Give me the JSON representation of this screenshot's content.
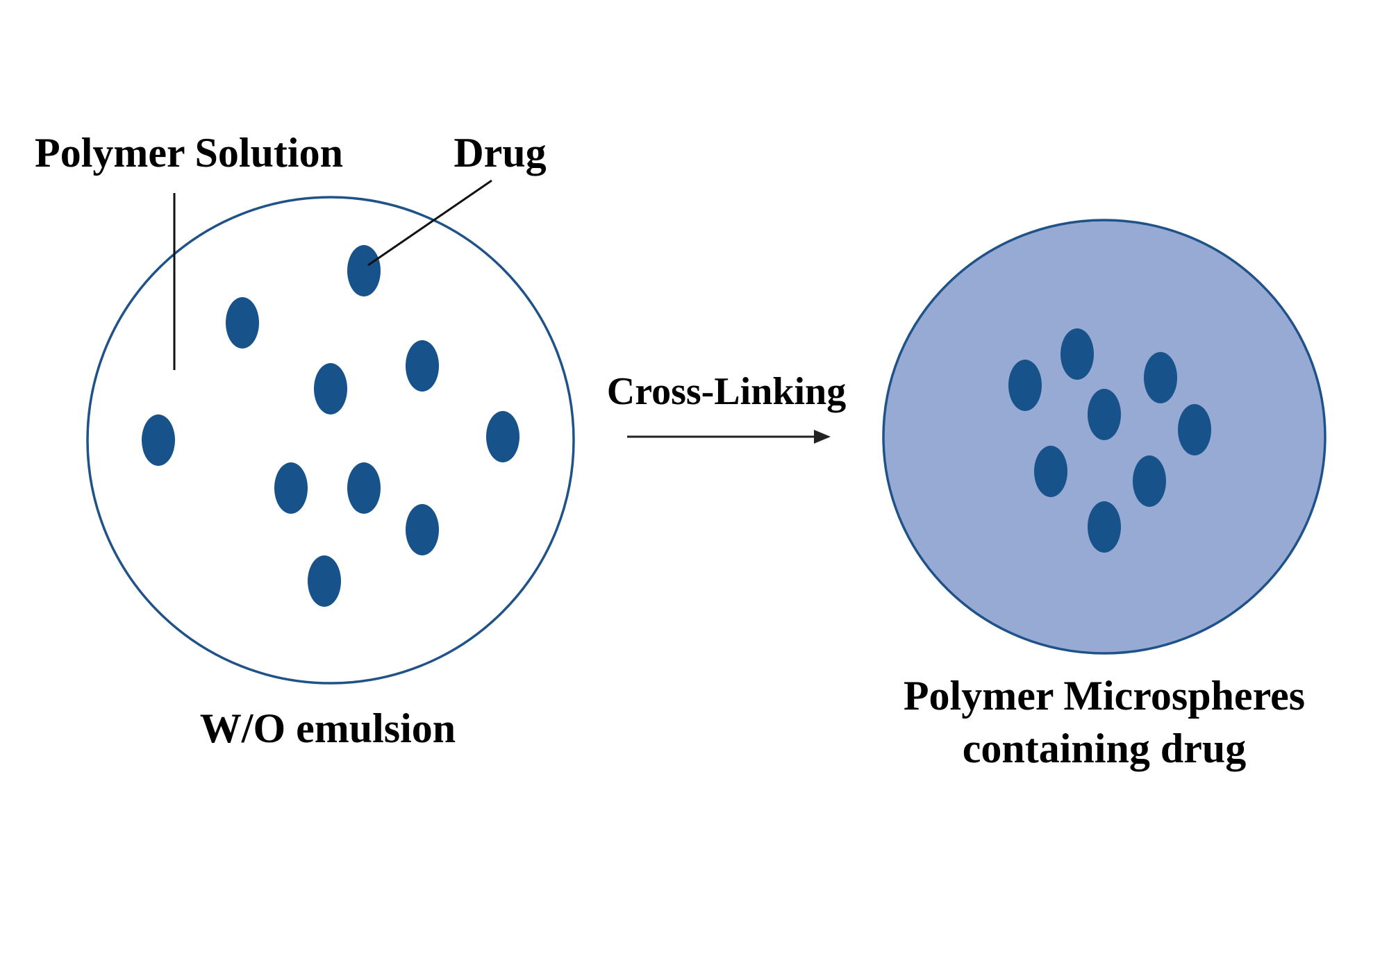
{
  "labels": {
    "polymer_solution": "Polymer Solution",
    "drug": "Drug",
    "process": "Cross-Linking",
    "emulsion": "W/O emulsion",
    "product_line1": "Polymer Microspheres",
    "product_line2": "containing drug"
  },
  "colors": {
    "outline": "#1f5289",
    "drug": "#17528a",
    "microsphere_fill": "#96aad4",
    "emulsion_fill": "#ffffff",
    "leader_line": "#111111",
    "arrow": "#222222"
  }
}
